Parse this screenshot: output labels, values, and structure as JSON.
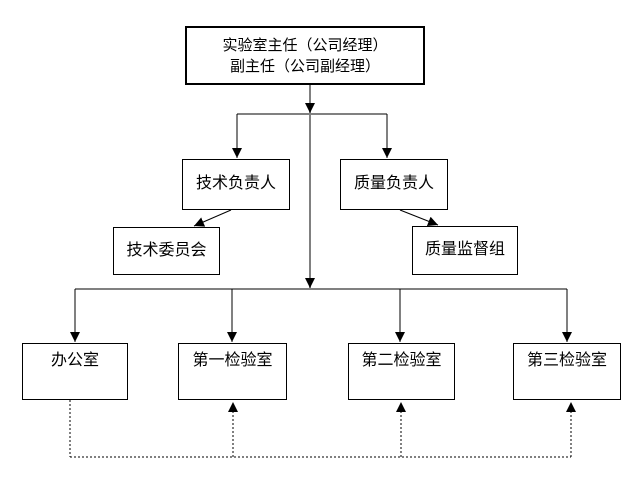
{
  "diagram": {
    "kind": "organization-chart",
    "nodes": {
      "director": {
        "line1": "实验室主任（公司经理）",
        "line2": "副主任（公司副经理）"
      },
      "tech_manager": {
        "label": "技术负责人"
      },
      "quality_manager": {
        "label": "质量负责人"
      },
      "tech_committee": {
        "label": "技术委员会"
      },
      "quality_supervision": {
        "label": "质量监督组"
      },
      "office": {
        "label": "办公室"
      },
      "lab1": {
        "label": "第一检验室"
      },
      "lab2": {
        "label": "第二检验室"
      },
      "lab3": {
        "label": "第三检验室"
      }
    },
    "edges": [
      {
        "from": "director",
        "to": "tech_manager",
        "style": "solid-arrow"
      },
      {
        "from": "director",
        "to": "quality_manager",
        "style": "solid-arrow"
      },
      {
        "from": "tech_manager",
        "to": "tech_committee",
        "style": "solid-arrow-diagonal"
      },
      {
        "from": "quality_manager",
        "to": "quality_supervision",
        "style": "solid-arrow-diagonal"
      },
      {
        "from": "director",
        "to": "office",
        "style": "solid-arrow"
      },
      {
        "from": "director",
        "to": "lab1",
        "style": "solid-arrow"
      },
      {
        "from": "director",
        "to": "lab2",
        "style": "solid-arrow"
      },
      {
        "from": "director",
        "to": "lab3",
        "style": "solid-arrow"
      },
      {
        "from": "office",
        "to": "lab1",
        "style": "dotted-arrow"
      },
      {
        "from": "office",
        "to": "lab2",
        "style": "dotted-arrow"
      },
      {
        "from": "office",
        "to": "lab3",
        "style": "dotted-arrow"
      }
    ],
    "colors": {
      "line": "#000000",
      "trunk_line": "#808080",
      "box_border": "#000000",
      "box_fill": "#ffffff",
      "text": "#000000",
      "background": "#ffffff"
    }
  }
}
